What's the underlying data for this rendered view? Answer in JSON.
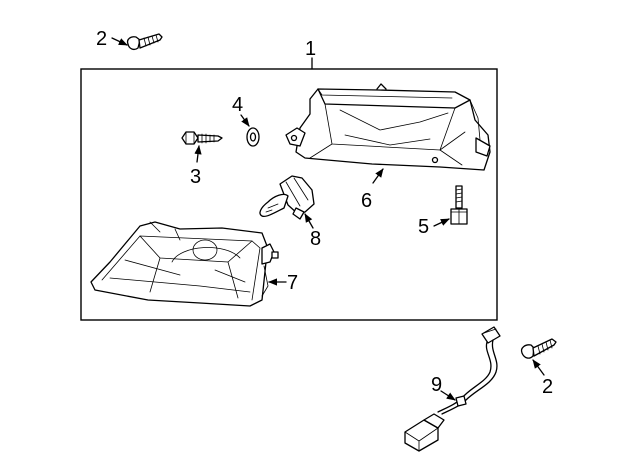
{
  "callouts": {
    "c1": "1",
    "c2_top": "2",
    "c2_bottom": "2",
    "c3": "3",
    "c4": "4",
    "c5": "5",
    "c6": "6",
    "c7": "7",
    "c8": "8",
    "c9": "9"
  }
}
